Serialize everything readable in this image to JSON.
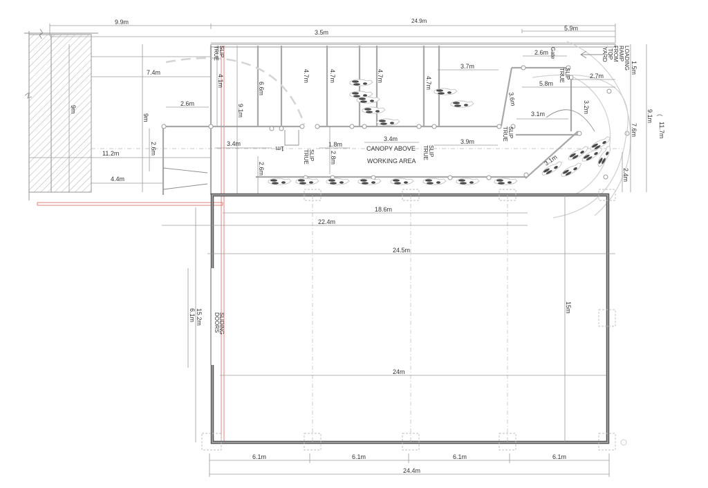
{
  "drawing": {
    "title": "Cattle yard and shed floor plan",
    "colors": {
      "wall": "#555555",
      "line": "#9a9a9a",
      "red_line": "#e06060",
      "text": "#333333"
    }
  },
  "annotations": {
    "canopy_line1": "CANOPY ABOVE",
    "canopy_line2": "WORKING AREA",
    "loading_ramp": [
      "LOADING",
      "RAMP",
      "FROM",
      "TOP",
      "YARD"
    ],
    "gate": "Gate",
    "slip_true": [
      "SLIP",
      "TRUE"
    ],
    "sliding_doors": [
      "SLIDING",
      "DOORS"
    ]
  },
  "dimensions": {
    "top_9_9": "9.9m",
    "top_24_9": "24.9m",
    "top_3_5": "3.5m",
    "top_5_9": "5.9m",
    "left_7_4": "7.4m",
    "left_9m_wall": "9m",
    "left_9m": "9m",
    "left_2_6h": "2.6m",
    "left_2_6v": "2.6m",
    "left_11_2": "11.2m",
    "left_4_4": "4.4m",
    "yard_4_1": "4.1m",
    "yard_6_6": "6.6m",
    "yard_9_1": "9.1m",
    "pen_4_7a": "4.7m",
    "pen_4_7b": "4.7m",
    "pen_4_7c": "4.7m",
    "pen_4_7d": "4.7m",
    "pen_3_7": "3.7m",
    "race_3_4a": "3.4m",
    "race_1m": "1m",
    "race_1_8": "1.8m",
    "race_2_8": "2.8m",
    "race_3_4b": "3.4m",
    "race_3_9": "3.9m",
    "race_2_6": "2.6m",
    "gate_2_6": "2.6m",
    "right_2_7": "2.7m",
    "right_5_8": "5.8m",
    "right_3_6": "3.6m",
    "right_3_1a": "3.1m",
    "right_3_2": "3.2m",
    "right_3_1b": "3.1m",
    "right_1_5": "1.5m",
    "right_7_6": "7.6m",
    "right_9_1": "9.1m",
    "right_11_7": "11.7m",
    "right_2_4": "2.4m",
    "shed_18_6": "18.6m",
    "shed_22_4": "22.4m",
    "shed_24_5": "24.5m",
    "shed_15_2": "15.2m",
    "shed_6_1_door": "6.1m",
    "shed_15m": "15m",
    "shed_24m": "24m",
    "bay_1": "6.1m",
    "bay_2": "6.1m",
    "bay_3": "6.1m",
    "bay_4": "6.1m",
    "shed_24_4": "24.4m"
  }
}
